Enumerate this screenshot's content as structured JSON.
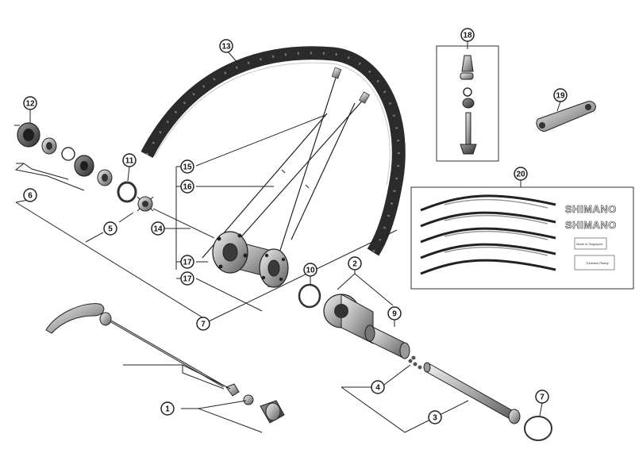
{
  "diagram": {
    "callouts": [
      {
        "id": "c1",
        "label": "1"
      },
      {
        "id": "c2",
        "label": "2"
      },
      {
        "id": "c3",
        "label": "3"
      },
      {
        "id": "c4",
        "label": "4"
      },
      {
        "id": "c5",
        "label": "5"
      },
      {
        "id": "c6",
        "label": "6"
      },
      {
        "id": "c7",
        "label": "7"
      },
      {
        "id": "c7b",
        "label": "7"
      },
      {
        "id": "c9",
        "label": "9"
      },
      {
        "id": "c10",
        "label": "10"
      },
      {
        "id": "c11",
        "label": "11"
      },
      {
        "id": "c12",
        "label": "12"
      },
      {
        "id": "c13",
        "label": "13"
      },
      {
        "id": "c14",
        "label": "14"
      },
      {
        "id": "c15",
        "label": "15"
      },
      {
        "id": "c16",
        "label": "16"
      },
      {
        "id": "c17a",
        "label": "17"
      },
      {
        "id": "c17b",
        "label": "17"
      },
      {
        "id": "c18",
        "label": "18"
      },
      {
        "id": "c19",
        "label": "19"
      },
      {
        "id": "c20",
        "label": "20"
      }
    ],
    "decal_brand": "SHIMANO",
    "decal_brand_2": "SHIMANO",
    "decal_small_1": "Made in Singapore",
    "decal_small_2": "Tubeless Ready"
  }
}
